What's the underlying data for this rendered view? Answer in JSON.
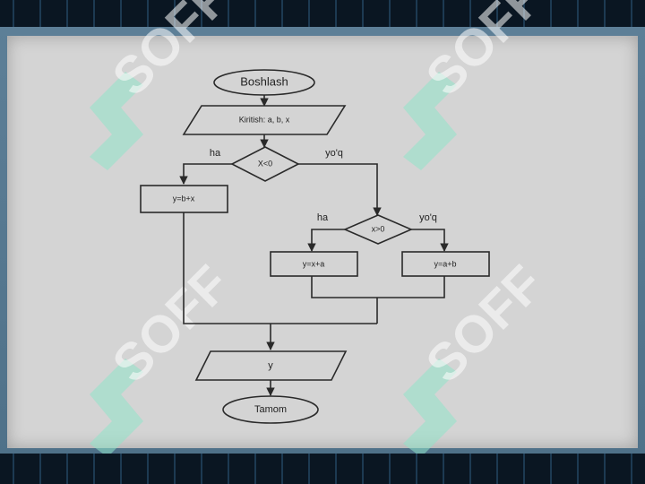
{
  "watermark": {
    "text": "SOFF"
  },
  "flowchart": {
    "start": "Boshlash",
    "input": "Kiritish: a, b, x",
    "decision1": "X<0",
    "yes1": "ha",
    "no1": "yo'q",
    "process1": "y=b+x",
    "decision2": "x>0",
    "yes2": "ha",
    "no2": "yo'q",
    "process2": "y=x+a",
    "process3": "y=a+b",
    "output": "y",
    "end": "Tamom"
  }
}
